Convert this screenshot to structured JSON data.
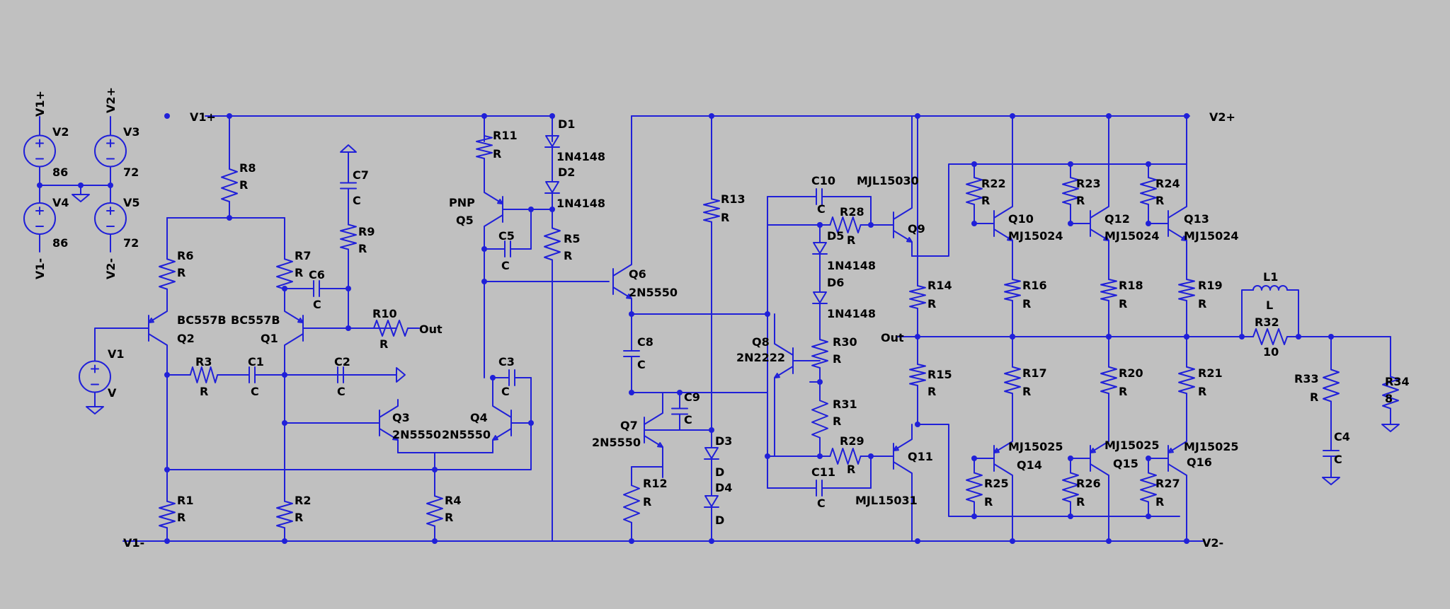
{
  "nets": {
    "v1p": "V1+",
    "v1m": "V1-",
    "v2p": "V2+",
    "v2m": "V2-",
    "out": "Out"
  },
  "components": {
    "V2": {
      "ref": "V2",
      "value": "86"
    },
    "V4": {
      "ref": "V4",
      "value": "86"
    },
    "V3": {
      "ref": "V3",
      "value": "72"
    },
    "V5": {
      "ref": "V5",
      "value": "72"
    },
    "V1": {
      "ref": "V1",
      "value": "V"
    },
    "R1": {
      "ref": "R1",
      "value": "R"
    },
    "R2": {
      "ref": "R2",
      "value": "R"
    },
    "R3": {
      "ref": "R3",
      "value": "R"
    },
    "R4": {
      "ref": "R4",
      "value": "R"
    },
    "R5": {
      "ref": "R5",
      "value": "R"
    },
    "R6": {
      "ref": "R6",
      "value": "R"
    },
    "R7": {
      "ref": "R7",
      "value": "R"
    },
    "R8": {
      "ref": "R8",
      "value": "R"
    },
    "R9": {
      "ref": "R9",
      "value": "R"
    },
    "R10": {
      "ref": "R10",
      "value": "R"
    },
    "R11": {
      "ref": "R11",
      "value": "R"
    },
    "R12": {
      "ref": "R12",
      "value": "R"
    },
    "R13": {
      "ref": "R13",
      "value": "R"
    },
    "R14": {
      "ref": "R14",
      "value": "R"
    },
    "R15": {
      "ref": "R15",
      "value": "R"
    },
    "R16": {
      "ref": "R16",
      "value": "R"
    },
    "R17": {
      "ref": "R17",
      "value": "R"
    },
    "R18": {
      "ref": "R18",
      "value": "R"
    },
    "R19": {
      "ref": "R19",
      "value": "R"
    },
    "R20": {
      "ref": "R20",
      "value": "R"
    },
    "R21": {
      "ref": "R21",
      "value": "R"
    },
    "R22": {
      "ref": "R22",
      "value": "R"
    },
    "R23": {
      "ref": "R23",
      "value": "R"
    },
    "R24": {
      "ref": "R24",
      "value": "R"
    },
    "R25": {
      "ref": "R25",
      "value": "R"
    },
    "R26": {
      "ref": "R26",
      "value": "R"
    },
    "R27": {
      "ref": "R27",
      "value": "R"
    },
    "R28": {
      "ref": "R28",
      "value": "R"
    },
    "R29": {
      "ref": "R29",
      "value": "R"
    },
    "R30": {
      "ref": "R30",
      "value": "R"
    },
    "R31": {
      "ref": "R31",
      "value": "R"
    },
    "R32": {
      "ref": "R32",
      "value": "10"
    },
    "R33": {
      "ref": "R33",
      "value": "R"
    },
    "R34": {
      "ref": "R34",
      "value": "8"
    },
    "C1": {
      "ref": "C1",
      "value": "C"
    },
    "C2": {
      "ref": "C2",
      "value": "C"
    },
    "C3": {
      "ref": "C3",
      "value": "C"
    },
    "C4": {
      "ref": "C4",
      "value": "C"
    },
    "C5": {
      "ref": "C5",
      "value": "C"
    },
    "C6": {
      "ref": "C6",
      "value": "C"
    },
    "C7": {
      "ref": "C7",
      "value": "C"
    },
    "C8": {
      "ref": "C8",
      "value": "C"
    },
    "C9": {
      "ref": "C9",
      "value": "C"
    },
    "C10": {
      "ref": "C10",
      "value": "C"
    },
    "C11": {
      "ref": "C11",
      "value": "C"
    },
    "L1": {
      "ref": "L1",
      "value": "L"
    },
    "D1": {
      "ref": "D1",
      "value": "1N4148"
    },
    "D2": {
      "ref": "D2",
      "value": "1N4148"
    },
    "D3": {
      "ref": "D3",
      "value": "D"
    },
    "D4": {
      "ref": "D4",
      "value": "D"
    },
    "D5": {
      "ref": "D5",
      "value": "1N4148"
    },
    "D6": {
      "ref": "D6",
      "value": "1N4148"
    },
    "Q1": {
      "ref": "Q1",
      "value": "BC557B"
    },
    "Q2": {
      "ref": "Q2",
      "value": "BC557B"
    },
    "Q3": {
      "ref": "Q3",
      "value": "2N5550"
    },
    "Q4": {
      "ref": "Q4",
      "value": "2N5550"
    },
    "Q5": {
      "ref": "Q5",
      "value": "PNP"
    },
    "Q6": {
      "ref": "Q6",
      "value": "2N5550"
    },
    "Q7": {
      "ref": "Q7",
      "value": "2N5550"
    },
    "Q8": {
      "ref": "Q8",
      "value": "2N2222"
    },
    "Q9": {
      "ref": "Q9",
      "value": "MJL15030"
    },
    "Q10": {
      "ref": "Q10",
      "value": "MJ15024"
    },
    "Q11": {
      "ref": "Q11",
      "value": "MJL15031"
    },
    "Q12": {
      "ref": "Q12",
      "value": "MJ15024"
    },
    "Q13": {
      "ref": "Q13",
      "value": "MJ15024"
    },
    "Q14": {
      "ref": "Q14",
      "value": "MJ15025"
    },
    "Q15": {
      "ref": "Q15",
      "value": "MJ15025"
    },
    "Q16": {
      "ref": "Q16",
      "value": "MJ15025"
    }
  }
}
